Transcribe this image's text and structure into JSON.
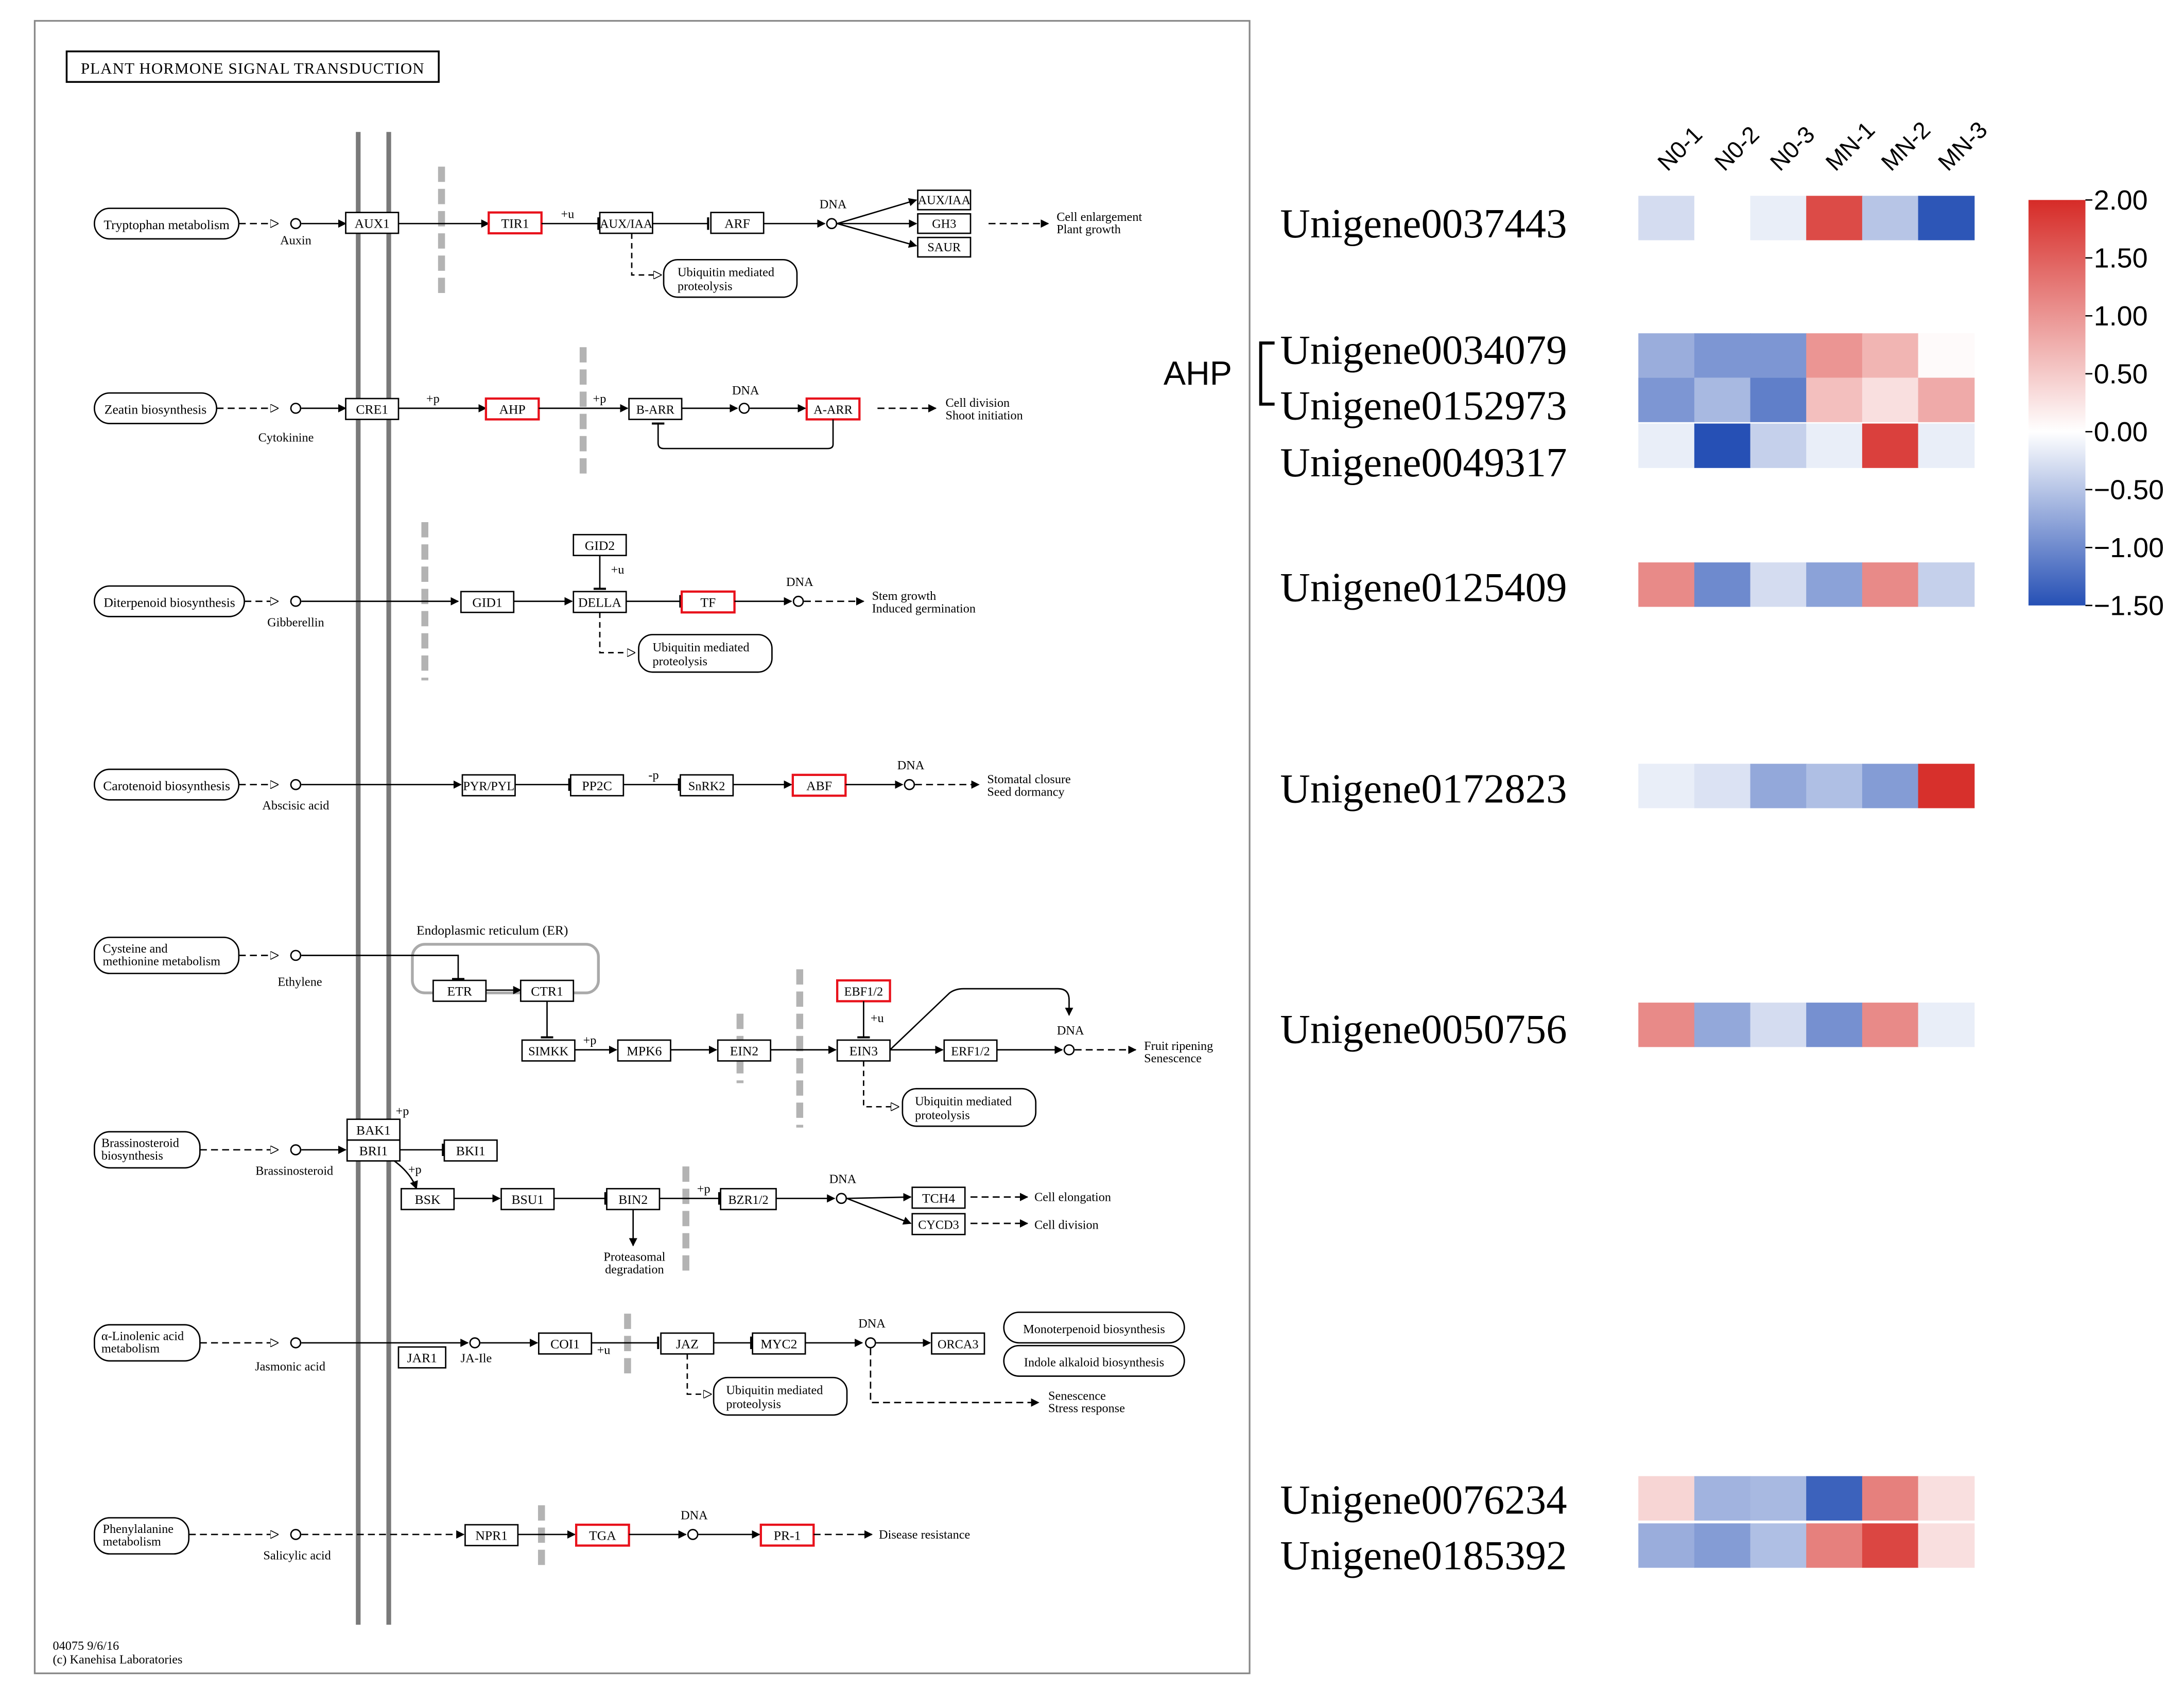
{
  "kegg": {
    "title": "PLANT HORMONE SIGNAL TRANSDUCTION",
    "footer_line1": "04075 9/6/16",
    "footer_line2": "(c) Kanehisa Laboratories",
    "rows": {
      "auxin": {
        "pathway": "Tryptophan metabolism",
        "hormone": "Auxin",
        "aux1": "AUX1",
        "tir1": "TIR1",
        "plus_u": "+u",
        "auxiaa": "AUX/IAA",
        "arf": "ARF",
        "dna": "DNA",
        "targets": [
          "AUX/IAA",
          "GH3",
          "SAUR"
        ],
        "ubq_1": "Ubiquitin mediated",
        "ubq_2": "proteolysis",
        "out_1": "Cell enlargement",
        "out_2": "Plant growth"
      },
      "cytokinin": {
        "pathway": "Zeatin biosynthesis",
        "hormone": "Cytokinine",
        "cre1": "CRE1",
        "ahp": "AHP",
        "barr": "B-ARR",
        "aarr": "A-ARR",
        "p1": "+p",
        "p2": "+p",
        "dna": "DNA",
        "out_1": "Cell division",
        "out_2": "Shoot initiation"
      },
      "gibberellin": {
        "pathway": "Diterpenoid biosynthesis",
        "hormone": "Gibberellin",
        "gid1": "GID1",
        "gid2": "GID2",
        "u": "+u",
        "della": "DELLA",
        "tf": "TF",
        "dna": "DNA",
        "ubq_1": "Ubiquitin mediated",
        "ubq_2": "proteolysis",
        "out_1": "Stem growth",
        "out_2": "Induced germination"
      },
      "aba": {
        "pathway": "Carotenoid biosynthesis",
        "hormone": "Abscisic acid",
        "pyr": "PYR/PYL",
        "pp2c": "PP2C",
        "p": "-p",
        "snrk2": "SnRK2",
        "abf": "ABF",
        "dna": "DNA",
        "out_1": "Stomatal closure",
        "out_2": "Seed dormancy"
      },
      "ethylene": {
        "pathway_1": "Cysteine and",
        "pathway_2": "methionine metabolism",
        "hormone": "Ethylene",
        "er": "Endoplasmic reticulum (ER)",
        "etr": "ETR",
        "ctr1": "CTR1",
        "simkk": "SIMKK",
        "p": "+p",
        "mpk6": "MPK6",
        "ein2": "EIN2",
        "ebf": "EBF1/2",
        "u": "+u",
        "ein3": "EIN3",
        "erf": "ERF1/2",
        "dna": "DNA",
        "ubq_1": "Ubiquitin mediated",
        "ubq_2": "proteolysis",
        "out_1": "Fruit ripening",
        "out_2": "Senescence"
      },
      "brassino": {
        "pathway_1": "Brassinosteroid",
        "pathway_2": "biosynthesis",
        "hormone": "Brassinosteroid",
        "bak1": "BAK1",
        "bri1": "BRI1",
        "p1": "+p",
        "bki1": "BKI1",
        "p2": "+p",
        "bsk": "BSK",
        "bsu1": "BSU1",
        "bin2": "BIN2",
        "p3": "+p",
        "bzr": "BZR1/2",
        "dna": "DNA",
        "tch4": "TCH4",
        "cycd3": "CYCD3",
        "deg_1": "Proteasomal",
        "deg_2": "degradation",
        "out_1": "Cell elongation",
        "out_2": "Cell division"
      },
      "jasmonic": {
        "pathway_1": "α-Linolenic acid",
        "pathway_2": "metabolism",
        "hormone": "Jasmonic acid",
        "jar1": "JAR1",
        "jaile": "JA-Ile",
        "coi1": "COI1",
        "u": "+u",
        "jaz": "JAZ",
        "myc2": "MYC2",
        "dna": "DNA",
        "orca3": "ORCA3",
        "mono": "Monoterpenoid biosynthesis",
        "indole": "Indole alkaloid biosynthesis",
        "ubq_1": "Ubiquitin mediated",
        "ubq_2": "proteolysis",
        "out_1": "Senescence",
        "out_2": "Stress response"
      },
      "salicylic": {
        "pathway_1": "Phenylalanine",
        "pathway_2": "metabolism",
        "hormone": "Salicylic acid",
        "npr1": "NPR1",
        "tga": "TGA",
        "dna": "DNA",
        "pr1": "PR-1",
        "out": "Disease resistance"
      }
    }
  },
  "heatmap": {
    "columns": [
      "N0-1",
      "N0-2",
      "N0-3",
      "MN-1",
      "MN-2",
      "MN-3"
    ],
    "bracket_label": "AHP",
    "rows": [
      {
        "gene": "Unigene0037443",
        "values": [
          -0.3,
          0.0,
          -0.15,
          1.7,
          -0.5,
          -1.45
        ]
      },
      {
        "gene": "Unigene0034079",
        "values": [
          -0.7,
          -0.9,
          -0.9,
          1.0,
          0.7,
          0.05
        ]
      },
      {
        "gene": "Unigene0152973",
        "values": [
          -0.9,
          -0.6,
          -1.1,
          0.6,
          0.3,
          0.8
        ]
      },
      {
        "gene": "Unigene0049317",
        "values": [
          -0.15,
          -1.5,
          -0.4,
          -0.15,
          1.8,
          -0.15
        ]
      },
      {
        "gene": "Unigene0125409",
        "values": [
          1.1,
          -1.0,
          -0.3,
          -0.8,
          1.1,
          -0.4
        ]
      },
      {
        "gene": "Unigene0172823",
        "values": [
          -0.15,
          -0.25,
          -0.75,
          -0.55,
          -0.85,
          1.95
        ]
      },
      {
        "gene": "Unigene0050756",
        "values": [
          1.1,
          -0.75,
          -0.3,
          -0.95,
          1.1,
          -0.15
        ]
      },
      {
        "gene": "Unigene0076234",
        "values": [
          0.4,
          -0.65,
          -0.6,
          -1.35,
          1.2,
          0.3
        ]
      },
      {
        "gene": "Unigene0185392",
        "values": [
          -0.7,
          -0.85,
          -0.55,
          1.2,
          1.75,
          0.3
        ]
      }
    ],
    "scale": {
      "ticks": [
        "2.00",
        "1.50",
        "1.00",
        "0.50",
        "0.00",
        "−0.50",
        "−1.00",
        "−1.50"
      ],
      "min": -1.5,
      "max": 2.0,
      "colors": {
        "low": "#2650b5",
        "mid": "#ffffff",
        "high": "#d62b27"
      }
    }
  },
  "colors": {
    "highlight": "#e8111b",
    "membrane": "#7a7a7a",
    "wall": "#b3b3b3"
  }
}
